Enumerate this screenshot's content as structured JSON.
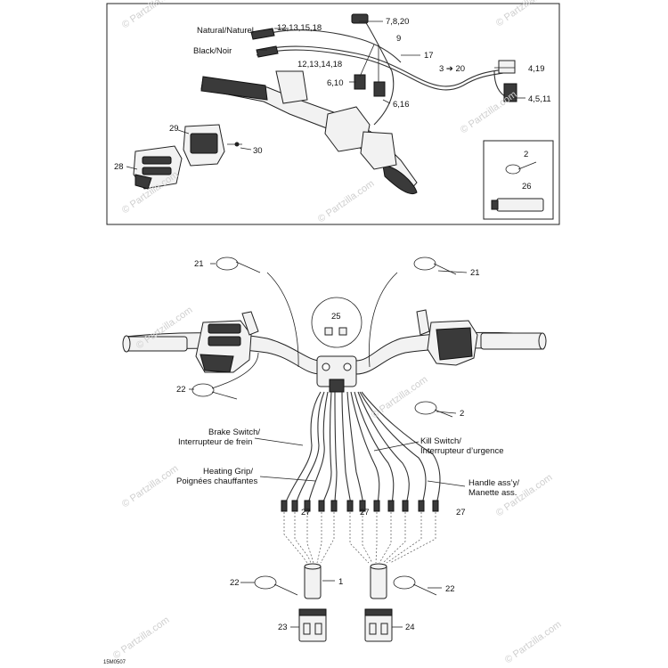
{
  "callouts": {
    "c1": "1",
    "c2_top": "2",
    "c2_bottom": "2",
    "c3_20": "3 ➔ 20",
    "c4_19": "4,19",
    "c4_5_11": "4,5,11",
    "c6_10": "6,10",
    "c6_16": "6,16",
    "c7_8_20": "7,8,20",
    "c9": "9",
    "c12_13_15_18": "12,13,15,18",
    "c12_13_14_18": "12,13,14,18",
    "c17": "17",
    "c21_left": "21",
    "c21_right": "21",
    "c22_mid": "22",
    "c22_bl": "22",
    "c22_br": "22",
    "c23": "23",
    "c24": "24",
    "c25": "25",
    "c26": "26",
    "c27_a": "27",
    "c27_b": "27",
    "c27_c": "27",
    "c28": "28",
    "c29": "29",
    "c30": "30"
  },
  "wire_labels": {
    "natural": "Natural/Naturel",
    "black": "Black/Noir"
  },
  "labels": {
    "brake_switch_1": "Brake Switch/",
    "brake_switch_2": "Interrupteur de frein",
    "heating_grip_1": "Heating Grip/",
    "heating_grip_2": "Poignées chauffantes",
    "kill_switch_1": "Kill Switch/",
    "kill_switch_2": "Interrupteur d’urgence",
    "handle_assy_1": "Handle ass’y/",
    "handle_assy_2": "Manette ass."
  },
  "drawing_code": "15M0507",
  "watermark": "© Partzilla.com"
}
